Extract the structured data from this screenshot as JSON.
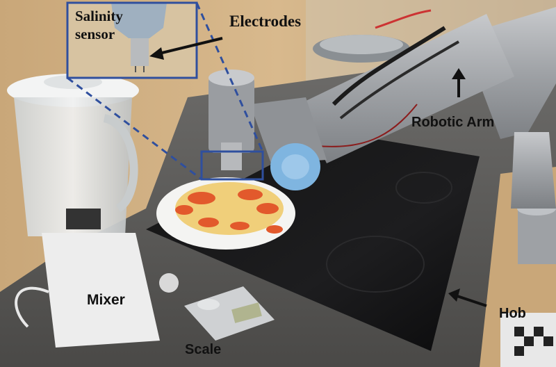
{
  "labels": {
    "salinity_sensor": "Salinity\nsensor",
    "electrodes": "Electrodes",
    "robotic_arm": "Robotic Arm",
    "mixer": "Mixer",
    "scale": "Scale",
    "hob": "Hob"
  },
  "colors": {
    "callout_box": "#2f4f9e",
    "label_text": "#111111",
    "arrow": "#111111"
  }
}
